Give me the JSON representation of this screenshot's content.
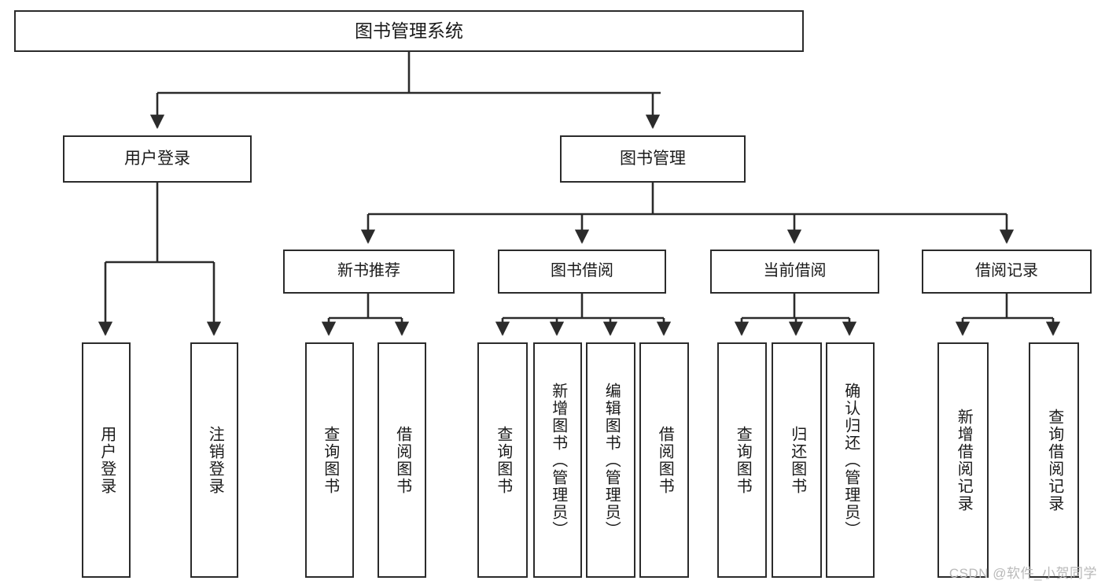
{
  "diagram": {
    "title": "图书管理系统",
    "type": "tree-hierarchy",
    "watermark": "CSDN @软件_小贺同学",
    "colors": {
      "box_border": "#2b2b2b",
      "box_fill": "#ffffff",
      "connector": "#2b2b2b",
      "text": "#1a1a1a",
      "watermark": "#b9b9b9"
    },
    "nodes": {
      "root": {
        "label": "图书管理系统"
      },
      "level1": [
        {
          "label": "用户登录"
        },
        {
          "label": "图书管理"
        }
      ],
      "level2": [
        {
          "label": "新书推荐"
        },
        {
          "label": "图书借阅"
        },
        {
          "label": "当前借阅"
        },
        {
          "label": "借阅记录"
        }
      ],
      "leaves_user_login": [
        {
          "label": "用户登录"
        },
        {
          "label": "注销登录"
        }
      ],
      "leaves_new_book": [
        {
          "label": "查询图书"
        },
        {
          "label": "借阅图书"
        }
      ],
      "leaves_borrow": [
        {
          "label": "查询图书"
        },
        {
          "label": "新增图书（管理员）"
        },
        {
          "label": "编辑图书（管理员）"
        },
        {
          "label": "借阅图书"
        }
      ],
      "leaves_current": [
        {
          "label": "查询图书"
        },
        {
          "label": "归还图书"
        },
        {
          "label": "确认归还（管理员）"
        }
      ],
      "leaves_records": [
        {
          "label": "新增借阅记录"
        },
        {
          "label": "查询借阅记录"
        }
      ]
    }
  }
}
